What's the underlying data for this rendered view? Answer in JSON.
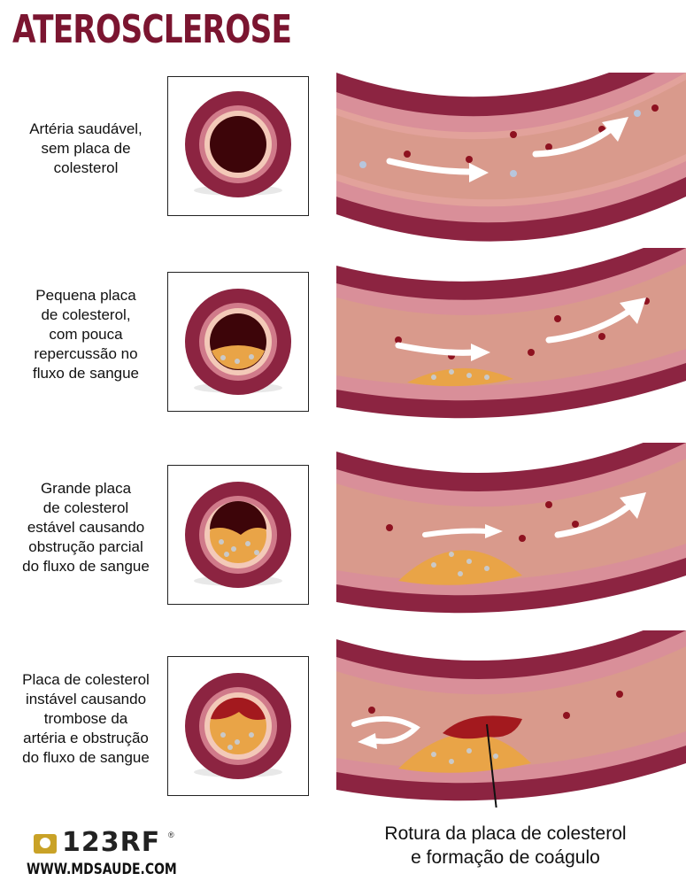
{
  "title": "ATEROSCLEROSE",
  "stages": [
    {
      "label": "Artéria saudável,\nsem placa de\ncolesterol"
    },
    {
      "label": "Pequena placa\nde colesterol,\ncom pouca\nrepercussão no\nfluxo de sangue"
    },
    {
      "label": "Grande placa\nde colesterol\nestável causando\nobstrução parcial\ndo fluxo de sangue"
    },
    {
      "label": "Placa de colesterol\ninstável causando\ntrombose da\nartéria e obstrução\ndo fluxo de sangue"
    }
  ],
  "callout": "Rotura da placa de colesterol\ne formação de coágulo",
  "logo": {
    "brand": "123RF",
    "registered": "®"
  },
  "website": "WWW.MDSAUDE.COM",
  "colors": {
    "title": "#7b1530",
    "wall_outer": "#8c2441",
    "wall_mid": "#c0566f",
    "wall_inner": "#e7a7a4",
    "lumen": "#3d0509",
    "plaque": "#e9a447",
    "clot": "#a3191e"
  }
}
